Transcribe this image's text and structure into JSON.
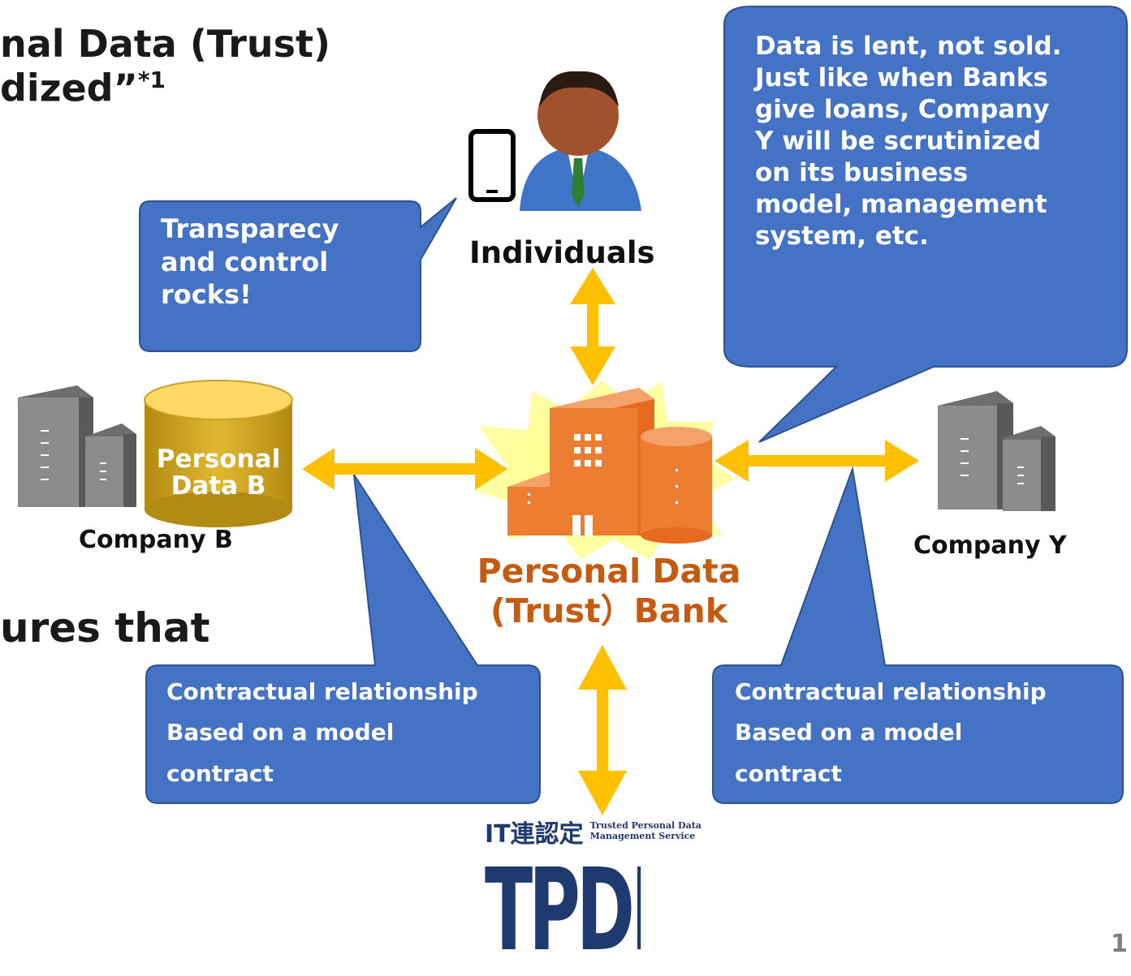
{
  "slide": {
    "title_line1": "nal Data (Trust)",
    "title_line2": "dized”",
    "title_sup": "*1",
    "partial_heading": "ures that",
    "page_number": "1"
  },
  "nodes": {
    "individuals": "Individuals",
    "company_b": "Company B",
    "company_b_db": [
      "Personal",
      "Data B"
    ],
    "company_y": "Company Y",
    "bank": [
      "Personal Data",
      "(Trust）Bank"
    ]
  },
  "callouts": {
    "transparency": [
      "Transparecy",
      "and control",
      "rocks!"
    ],
    "lent": [
      "Data is lent, not sold.",
      "Just like when Banks",
      "give loans, Company",
      "Y will be scrutinized",
      "on its business",
      "model, management",
      "system, etc."
    ],
    "contract_left": [
      "Contractual relationship",
      "Based on a model",
      "contract"
    ],
    "contract_right": [
      "Contractual relationship",
      "Based on a model",
      "contract"
    ]
  },
  "seal": {
    "jp": "IT連認定",
    "en": [
      "Trusted Personal Data",
      "Management Service"
    ],
    "mark": "TPDMS"
  },
  "colors": {
    "callout_fill": "#4472c4",
    "callout_stroke": "#2f528f",
    "arrow": "#ffc000",
    "bank_orange": "#ed7d31",
    "db_gold": "#c9a227",
    "seal_navy": "#1f3a6e"
  }
}
